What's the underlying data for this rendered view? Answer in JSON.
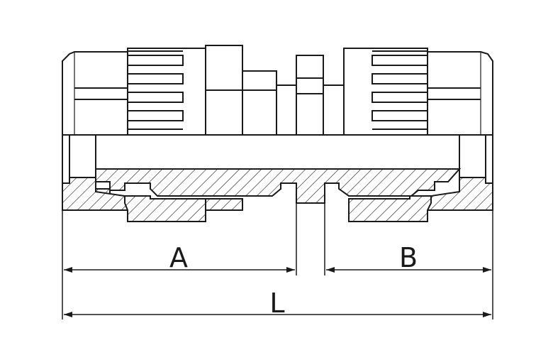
{
  "diagram": {
    "dimension_labels": {
      "a": "A",
      "b": "B",
      "l": "L"
    }
  }
}
